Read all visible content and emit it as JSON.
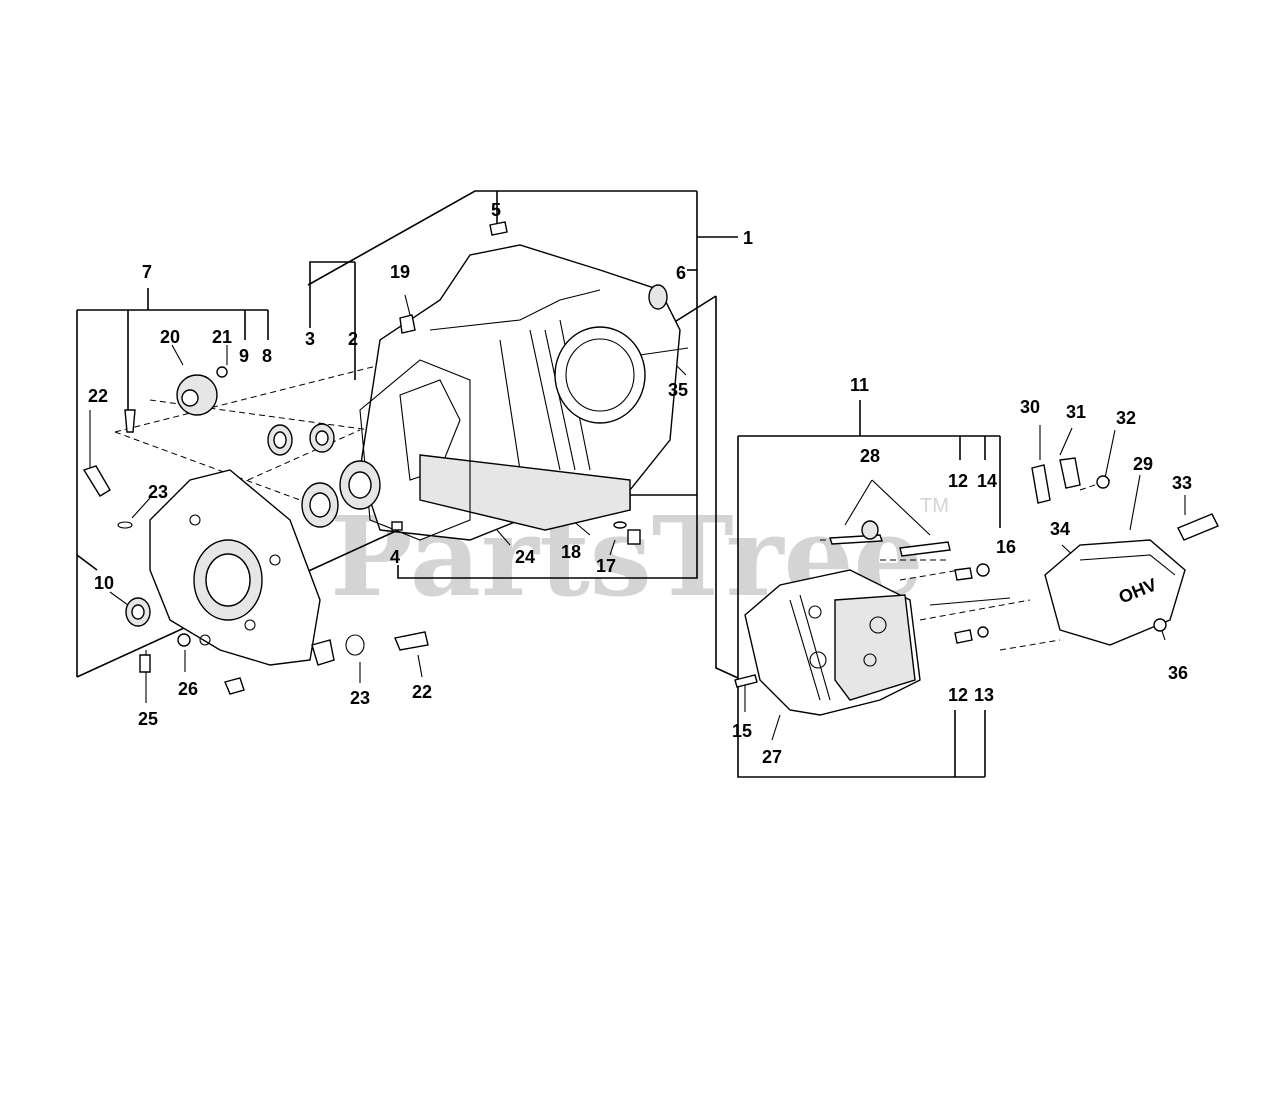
{
  "watermark": {
    "text": "PartsTree",
    "trademark": "TM"
  },
  "callouts": {
    "c1": "1",
    "c2": "2",
    "c3": "3",
    "c4": "4",
    "c5": "5",
    "c6": "6",
    "c7": "7",
    "c8": "8",
    "c9": "9",
    "c10": "10",
    "c11": "11",
    "c12a": "12",
    "c12b": "12",
    "c13": "13",
    "c14": "14",
    "c15": "15",
    "c16": "16",
    "c17": "17",
    "c18": "18",
    "c19": "19",
    "c20": "20",
    "c21": "21",
    "c22a": "22",
    "c22b": "22",
    "c23a": "23",
    "c23b": "23",
    "c24": "24",
    "c25": "25",
    "c26": "26",
    "c27": "27",
    "c28": "28",
    "c29": "29",
    "c30": "30",
    "c31": "31",
    "c32": "32",
    "c33": "33",
    "c34": "34",
    "c35": "35",
    "c36": "36"
  },
  "valve_cover_stamp": "OHV"
}
